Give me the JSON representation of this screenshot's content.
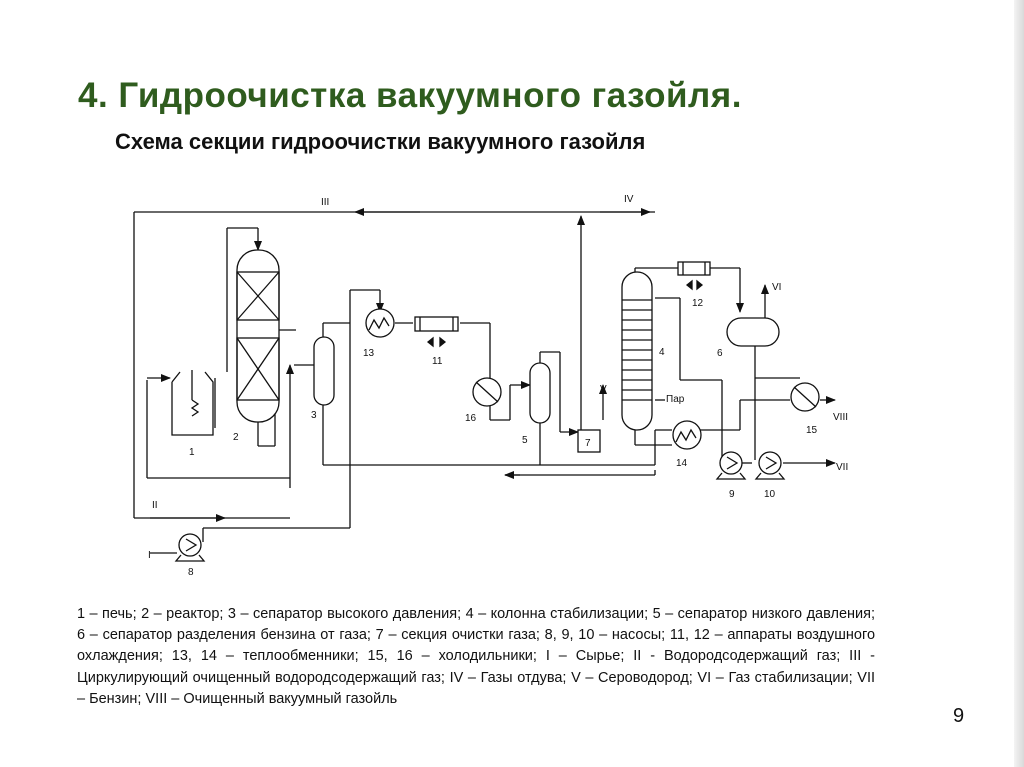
{
  "slide": {
    "title": "4. Гидроочистка вакуумного газойля.",
    "subtitle": "Схема секции гидроочистки вакуумного газойля",
    "page_number": "9"
  },
  "diagram": {
    "stream_labels": {
      "I": "I",
      "II": "II",
      "III": "III",
      "IV": "IV",
      "V": "V",
      "VI": "VI",
      "VII": "VII",
      "VIII": "VIII",
      "steam": "Пар"
    },
    "equipment_numbers": {
      "n1": "1",
      "n2": "2",
      "n3": "3",
      "n4": "4",
      "n5": "5",
      "n6": "6",
      "n7": "7",
      "n8": "8",
      "n9": "9",
      "n10": "10",
      "n11": "11",
      "n12": "12",
      "n13": "13",
      "n14": "14",
      "n15": "15",
      "n16": "16"
    }
  },
  "legend": {
    "line1": "1 – печь; 2 – реактор; 3 – сепаратор высокого давления; 4 – колонна стабилизации; 5 – сепаратор низкого давления; 6 – сепаратор разделения бензина от газа; 7 – секция очистки газа; 8, 9, 10 – насосы;",
    "line2": "11, 12 – аппараты воздушного охлаждения; 13, 14 – теплообменники; 15, 16 – холодильники;",
    "line3": "I – Сырье; II - Водородсодержащий газ; III - Циркулирующий очищенный водородсодержащий газ; IV – Газы отдува; V – Сероводород; VI – Газ стабилизации; VII – Бензин; VIII – Очищенный вакуумный газойль"
  }
}
